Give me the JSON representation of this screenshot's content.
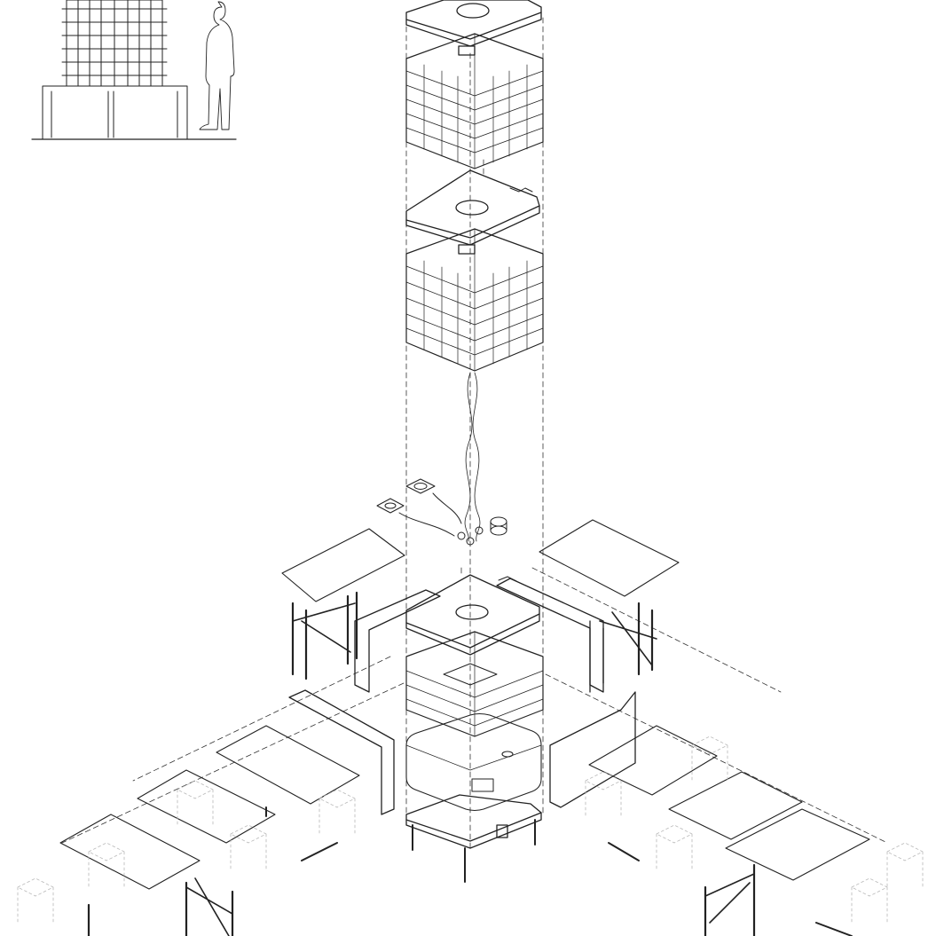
{
  "diagram": {
    "kind": "exploded-axonometric",
    "text_labels": [],
    "components": [
      {
        "name": "reference-elevation",
        "label": ""
      },
      {
        "name": "tank-lid-upper",
        "label": ""
      },
      {
        "name": "tank-cage-upper",
        "label": ""
      },
      {
        "name": "tank-lid-middle",
        "label": ""
      },
      {
        "name": "tank-cage-middle",
        "label": ""
      },
      {
        "name": "drip-hose",
        "label": ""
      },
      {
        "name": "pump-fittings",
        "label": ""
      },
      {
        "name": "tank-lid-lower",
        "label": ""
      },
      {
        "name": "tank-cage-lower",
        "label": ""
      },
      {
        "name": "tank-bladder",
        "label": ""
      },
      {
        "name": "tank-base",
        "label": ""
      },
      {
        "name": "tables-left-wing",
        "label": ""
      },
      {
        "name": "tables-right-wing",
        "label": ""
      },
      {
        "name": "ghost-stools",
        "label": ""
      }
    ],
    "colors": {
      "ink": "#222222",
      "ghost": "#b8b8b8",
      "paper": "#ffffff"
    }
  }
}
